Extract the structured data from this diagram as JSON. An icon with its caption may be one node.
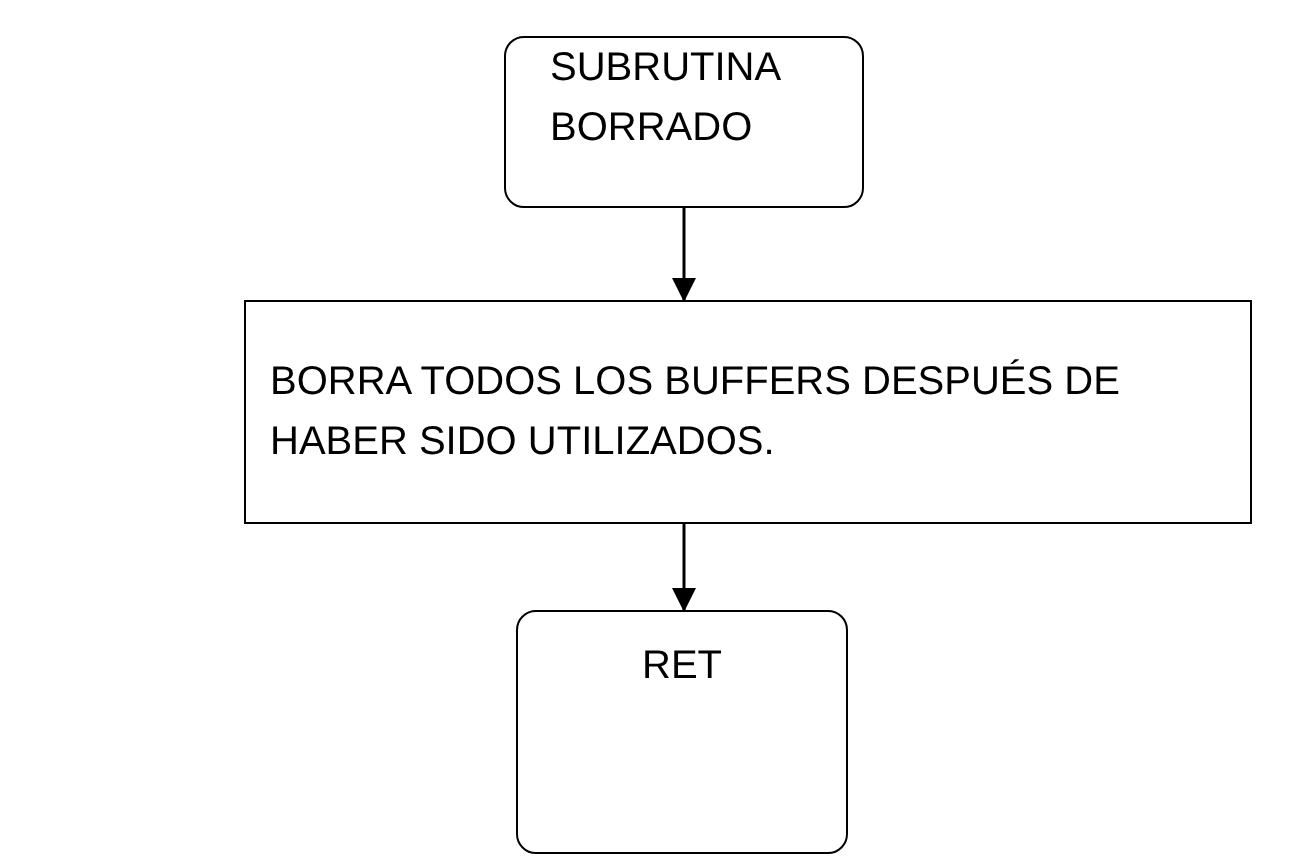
{
  "diagram": {
    "nodes": [
      {
        "text": [
          "SUBRUTINA BORRADO"
        ]
      },
      {
        "text": [
          "BORRA TODOS LOS BUFFERS DESPUÉS DE HABER SIDO UTILIZADOS."
        ]
      },
      {
        "text": [
          "RET"
        ]
      }
    ],
    "edges": [
      {
        "from": 0,
        "to": 1,
        "arrow": "to"
      },
      {
        "from": 1,
        "to": 2,
        "arrow": "to"
      }
    ]
  }
}
